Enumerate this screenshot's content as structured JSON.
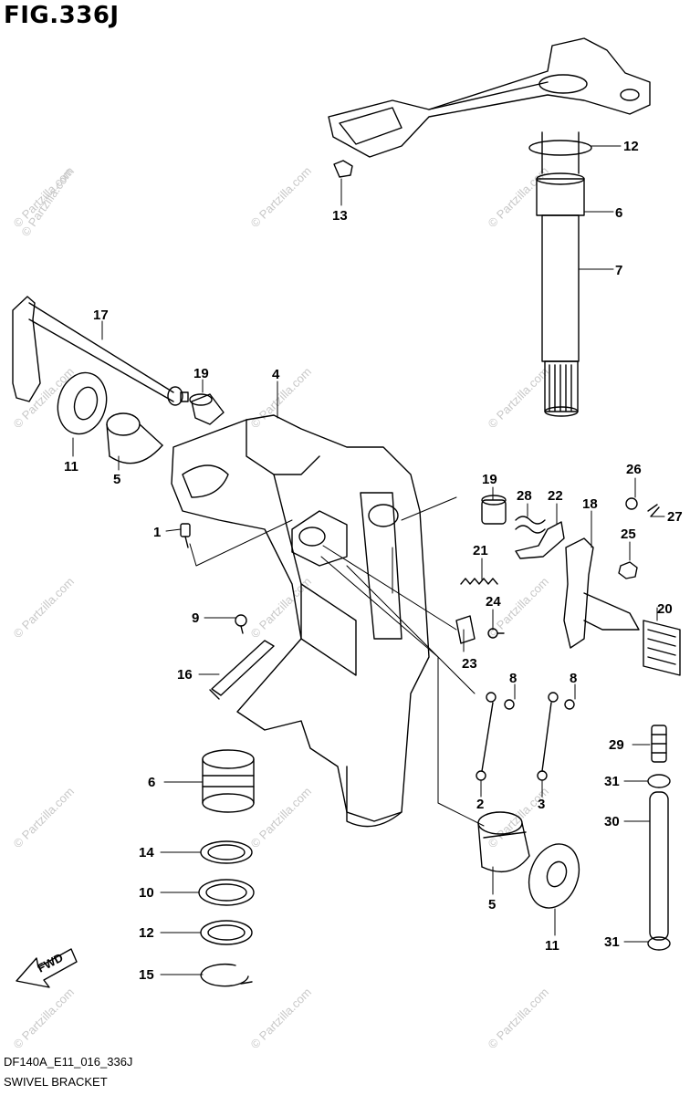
{
  "figure": {
    "title": "FIG.336J",
    "code": "DF140A_E11_016_336J",
    "name": "SWIVEL BRACKET",
    "fwd_label": "FWD",
    "watermark": "© Partzilla.com"
  },
  "colors": {
    "line": "#000000",
    "watermark": "#c8c8c8",
    "background": "#ffffff"
  },
  "callouts": [
    {
      "id": "c12a",
      "label": "12"
    },
    {
      "id": "c6a",
      "label": "6"
    },
    {
      "id": "c7",
      "label": "7"
    },
    {
      "id": "c13",
      "label": "13"
    },
    {
      "id": "c17",
      "label": "17"
    },
    {
      "id": "c19a",
      "label": "19"
    },
    {
      "id": "c4",
      "label": "4"
    },
    {
      "id": "c11a",
      "label": "11"
    },
    {
      "id": "c5a",
      "label": "5"
    },
    {
      "id": "c1",
      "label": "1"
    },
    {
      "id": "c19b",
      "label": "19"
    },
    {
      "id": "c28",
      "label": "28"
    },
    {
      "id": "c22",
      "label": "22"
    },
    {
      "id": "c18",
      "label": "18"
    },
    {
      "id": "c26",
      "label": "26"
    },
    {
      "id": "c27",
      "label": "27"
    },
    {
      "id": "c25",
      "label": "25"
    },
    {
      "id": "c21",
      "label": "21"
    },
    {
      "id": "c24",
      "label": "24"
    },
    {
      "id": "c20",
      "label": "20"
    },
    {
      "id": "c9",
      "label": "9"
    },
    {
      "id": "c23",
      "label": "23"
    },
    {
      "id": "c16",
      "label": "16"
    },
    {
      "id": "c8a",
      "label": "8"
    },
    {
      "id": "c8b",
      "label": "8"
    },
    {
      "id": "c29",
      "label": "29"
    },
    {
      "id": "c6b",
      "label": "6"
    },
    {
      "id": "c2",
      "label": "2"
    },
    {
      "id": "c3",
      "label": "3"
    },
    {
      "id": "c31a",
      "label": "31"
    },
    {
      "id": "c30",
      "label": "30"
    },
    {
      "id": "c14",
      "label": "14"
    },
    {
      "id": "c10",
      "label": "10"
    },
    {
      "id": "c5b",
      "label": "5"
    },
    {
      "id": "c11b",
      "label": "11"
    },
    {
      "id": "c12b",
      "label": "12"
    },
    {
      "id": "c31b",
      "label": "31"
    },
    {
      "id": "c15",
      "label": "15"
    }
  ]
}
